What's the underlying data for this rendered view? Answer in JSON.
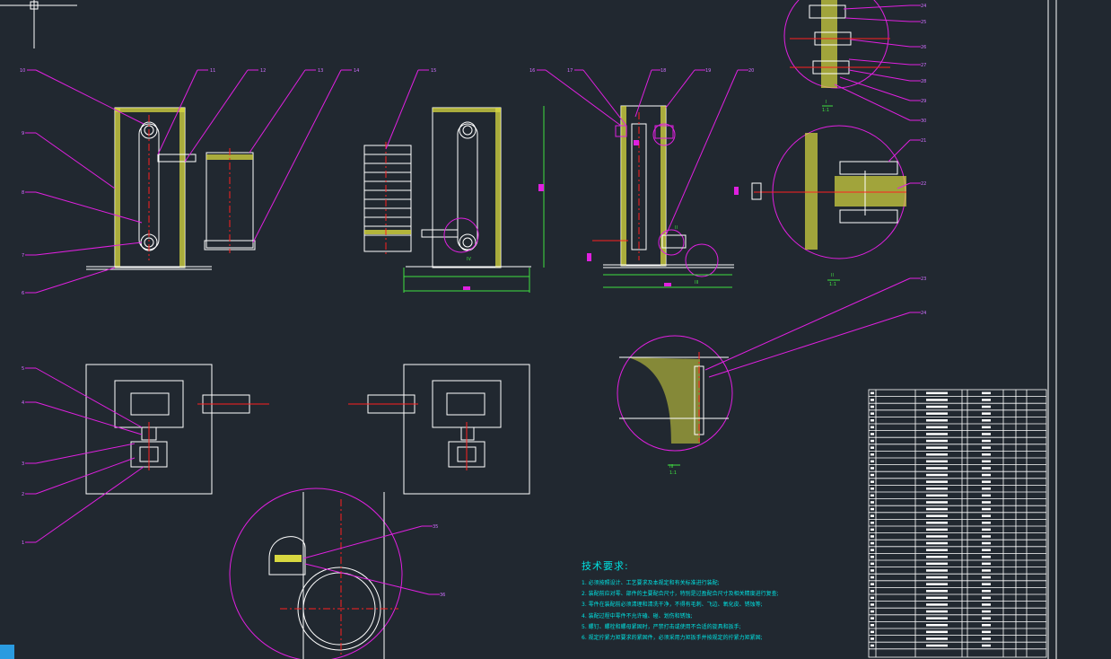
{
  "technical_requirements": {
    "title": "技术要求:",
    "items": [
      "1. 必须按照设计、工艺要求及本规定和有关标准进行装配;",
      "2. 装配前应对零、部件的主要配合尺寸，特别是过盈配合尺寸及相关精度进行复查;",
      "3. 零件在装配前必须清理和清洗干净，不得有毛刺、飞边、氧化皮、锈蚀等;",
      "4. 装配过程中零件不允许磕、碰、划伤和锈蚀;",
      "5. 螺钉、螺栓和螺母紧固时，严禁打击或使用不合适的旋具和扳手;",
      "6. 规定拧紧力矩要求的紧固件，必须采用力矩扳手并按规定的拧紧力矩紧固;"
    ]
  },
  "callouts": {
    "left_view": [
      "10",
      "11",
      "12",
      "13",
      "14",
      "9",
      "8",
      "7",
      "6"
    ],
    "middle_view": [
      "15",
      "IV"
    ],
    "right_view": [
      "16",
      "17",
      "18",
      "19",
      "20",
      "II",
      "III"
    ],
    "detail_I": [
      "24",
      "25",
      "26",
      "27",
      "28",
      "29",
      "30",
      "I",
      "1:1"
    ],
    "detail_II": [
      "21",
      "22",
      "II",
      "1:1"
    ],
    "detail_III": [
      "23",
      "24",
      "III",
      "1:1"
    ],
    "plan_left": [
      "5",
      "4",
      "3",
      "2",
      "1"
    ],
    "detail_IV": [
      "35",
      "36"
    ]
  },
  "colors": {
    "background": "#212830",
    "geometry": "#ffffff",
    "leader": "#e020e0",
    "hatch": "#d8d840",
    "centerline": "#ff2020",
    "text": "#00e0e0",
    "dimension": "#40e040"
  },
  "icons": {
    "ucs": "ucs-icon",
    "crosshair": "crosshair-icon"
  }
}
